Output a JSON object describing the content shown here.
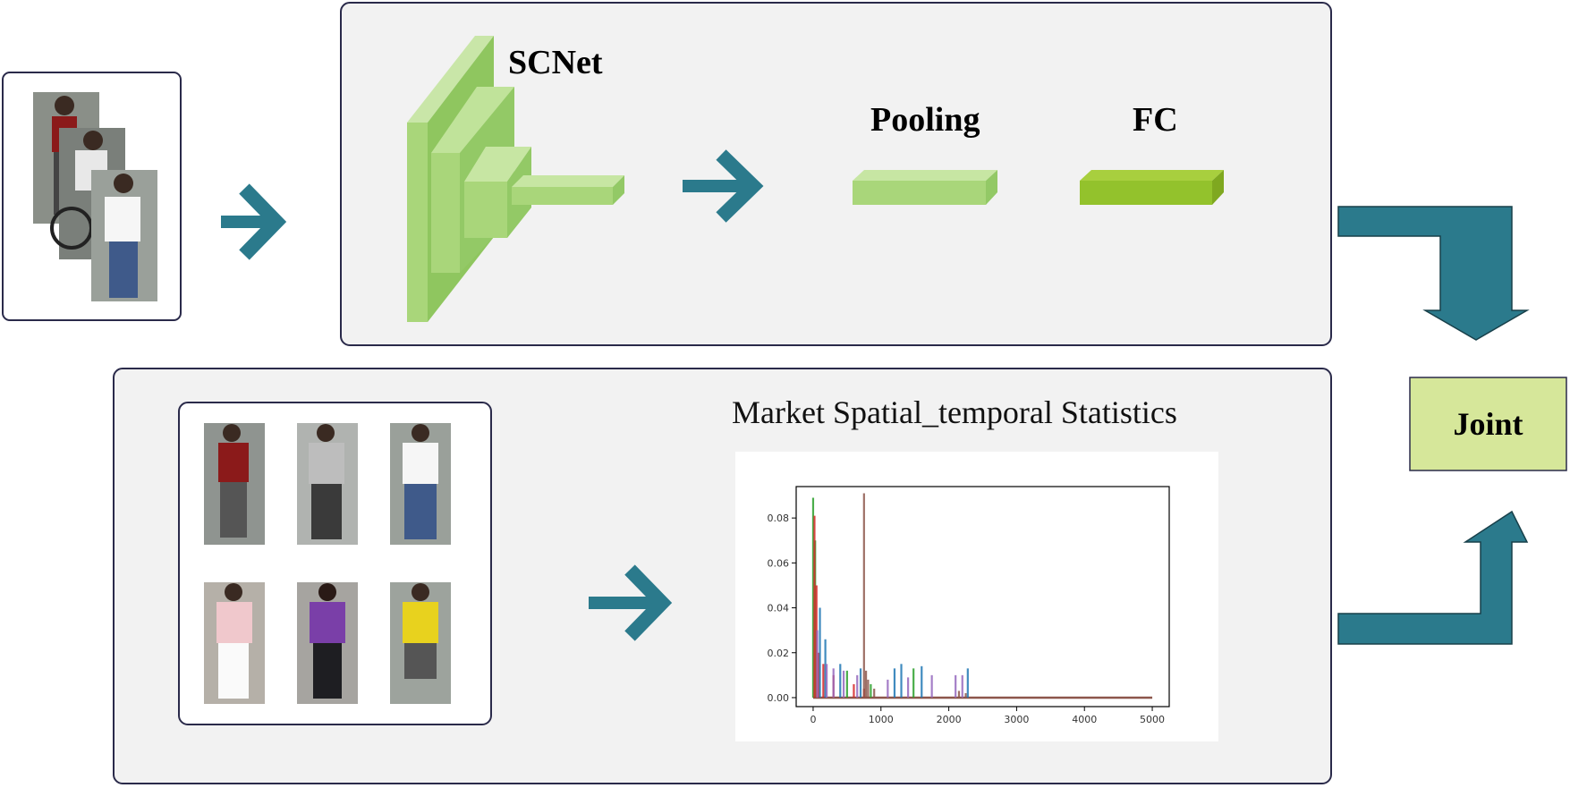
{
  "diagram": {
    "feature_branch": {
      "backbone_label": "SCNet",
      "pooling_label": "Pooling",
      "fc_label": "FC"
    },
    "stats_branch": {
      "title": "Market Spatial_temporal Statistics"
    },
    "joint_label": "Joint",
    "colors": {
      "arrow": "#2b7a8c",
      "panel_bg": "#f2f2f2",
      "panel_border": "#2a2a4a",
      "block_light": "#a9d67a",
      "block_fc": "#93c22c",
      "joint_fill": "#d6e79a"
    }
  },
  "chart_data": {
    "type": "bar",
    "title": "",
    "xlabel": "",
    "ylabel": "",
    "xlim": [
      -250,
      5250
    ],
    "ylim": [
      -0.004,
      0.094
    ],
    "xticks": [
      "0",
      "1000",
      "2000",
      "3000",
      "4000",
      "5000"
    ],
    "yticks": [
      "0.00",
      "0.02",
      "0.04",
      "0.06",
      "0.08"
    ],
    "series": [
      {
        "color": "#2ca02c",
        "x": [
          0,
          30,
          500,
          850,
          1480
        ],
        "values": [
          0.089,
          0.07,
          0.012,
          0.006,
          0.013
        ]
      },
      {
        "color": "#d62728",
        "x": [
          20,
          50,
          80,
          150,
          300,
          600,
          750
        ],
        "values": [
          0.081,
          0.05,
          0.02,
          0.015,
          0.01,
          0.006,
          0.004
        ]
      },
      {
        "color": "#1f77b4",
        "x": [
          100,
          180,
          400,
          700,
          1200,
          1300,
          1600,
          2280
        ],
        "values": [
          0.04,
          0.026,
          0.015,
          0.013,
          0.013,
          0.015,
          0.014,
          0.013
        ]
      },
      {
        "color": "#9467bd",
        "x": [
          60,
          200,
          300,
          450,
          650,
          1100,
          1400,
          1750,
          2100,
          2200
        ],
        "values": [
          0.03,
          0.015,
          0.013,
          0.012,
          0.01,
          0.008,
          0.009,
          0.01,
          0.01,
          0.01
        ]
      },
      {
        "color": "#8c564b",
        "x": [
          750,
          780,
          810,
          900,
          2150,
          2250
        ],
        "values": [
          0.091,
          0.012,
          0.008,
          0.004,
          0.003,
          0.002
        ]
      }
    ],
    "baseline_x": [
      0,
      5000
    ],
    "baseline_color": "#8c564b"
  }
}
